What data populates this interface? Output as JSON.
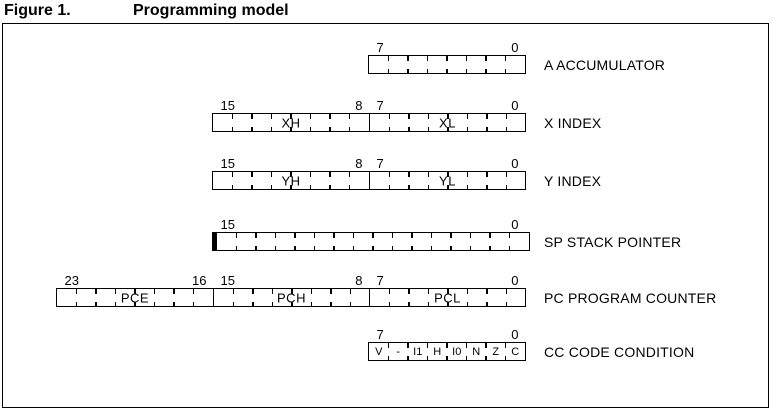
{
  "figure": {
    "label": "Figure 1.",
    "title": "Programming model"
  },
  "colors": {
    "line": "#000000",
    "text": "#000000",
    "background": "#ffffff"
  },
  "registers": [
    {
      "id": "accumulator",
      "label": "A ACCUMULATOR",
      "thick_left": false,
      "sections": [
        {
          "left_bit": "7",
          "right_bit": "0",
          "bits": 8,
          "name": "",
          "cells": null
        }
      ]
    },
    {
      "id": "x-index",
      "label": "X INDEX",
      "thick_left": false,
      "sections": [
        {
          "left_bit": "15",
          "right_bit": "8",
          "bits": 8,
          "name": "XH",
          "cells": null
        },
        {
          "left_bit": "7",
          "right_bit": "0",
          "bits": 8,
          "name": "XL",
          "cells": null
        }
      ]
    },
    {
      "id": "y-index",
      "label": "Y INDEX",
      "thick_left": false,
      "sections": [
        {
          "left_bit": "15",
          "right_bit": "8",
          "bits": 8,
          "name": "YH",
          "cells": null
        },
        {
          "left_bit": "7",
          "right_bit": "0",
          "bits": 8,
          "name": "YL",
          "cells": null
        }
      ]
    },
    {
      "id": "stack-pointer",
      "label": "SP STACK POINTER",
      "thick_left": true,
      "sections": [
        {
          "left_bit": "15",
          "right_bit": "0",
          "bits": 16,
          "name": "",
          "cells": null
        }
      ]
    },
    {
      "id": "program-counter",
      "label": "PC PROGRAM COUNTER",
      "thick_left": false,
      "sections": [
        {
          "left_bit": "23",
          "right_bit": "16",
          "bits": 8,
          "name": "PCE",
          "cells": null
        },
        {
          "left_bit": "15",
          "right_bit": "8",
          "bits": 8,
          "name": "PCH",
          "cells": null
        },
        {
          "left_bit": "7",
          "right_bit": "0",
          "bits": 8,
          "name": "PCL",
          "cells": null
        }
      ]
    },
    {
      "id": "condition-code",
      "label": "CC CODE CONDITION",
      "thick_left": false,
      "sections": [
        {
          "left_bit": "7",
          "right_bit": "0",
          "bits": 8,
          "name": "",
          "cells": [
            "V",
            "-",
            "I1",
            "H",
            "I0",
            "N",
            "Z",
            "C"
          ]
        }
      ]
    }
  ]
}
